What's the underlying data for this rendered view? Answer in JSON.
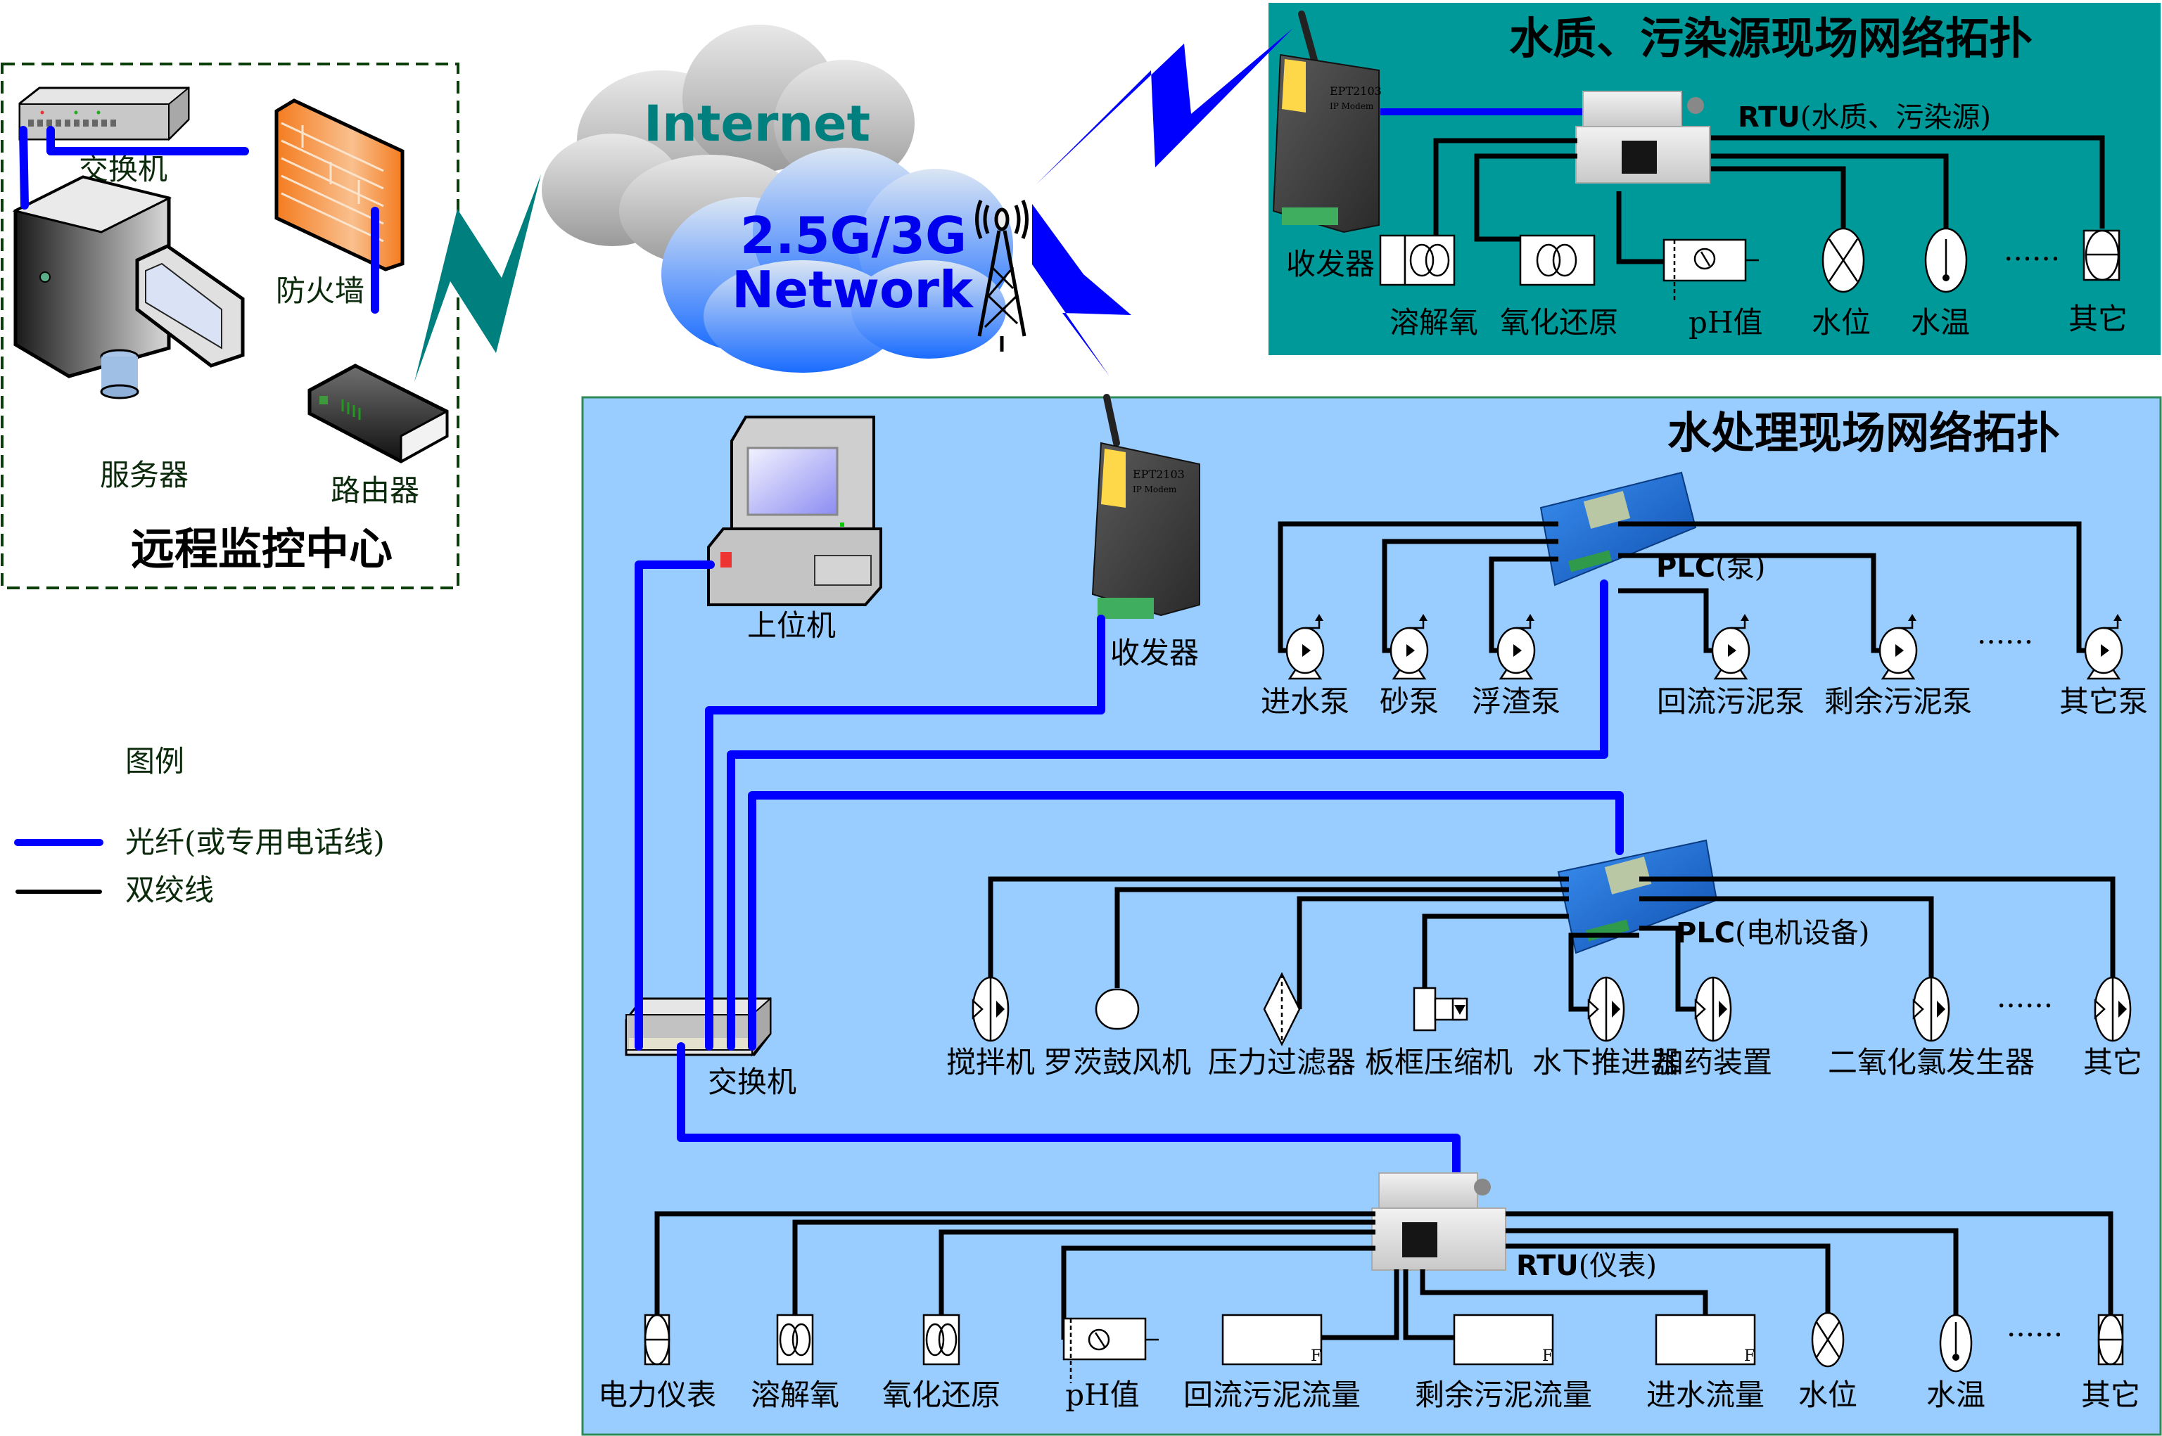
{
  "colors": {
    "water_quality_panel": "#009999",
    "treatment_panel": "#99ccff",
    "fiber_line": "#0000ff",
    "twisted_pair_line": "#000000",
    "internet_text": "#007f7f",
    "network_text": "#0000ee",
    "control_center_border": "#0b3d0b",
    "firewall": "#f58a2a"
  },
  "control_center": {
    "title": "远程监控中心",
    "switch_label": "交换机",
    "firewall_label": "防火墙",
    "server_label": "服务器",
    "router_label": "路由器"
  },
  "clouds": {
    "internet_label": "Internet",
    "mobile_line1": "2.5G/3G",
    "mobile_line2": "Network"
  },
  "legend": {
    "title": "图例",
    "items": [
      {
        "label": "光纤(或专用电话线)",
        "line": "fiber"
      },
      {
        "label": "双绞线",
        "line": "twisted_pair"
      }
    ]
  },
  "water_quality": {
    "title": "水质、污染源现场网络拓扑",
    "transceiver_label": "收发器",
    "modem_model": "EPT2103",
    "modem_subtitle": "IP Modem",
    "rtu_label_bold": "RTU",
    "rtu_label_paren": "(水质、污染源)",
    "ellipsis": "......",
    "sensors": [
      {
        "label": "溶解氧",
        "symbol": "double-circle"
      },
      {
        "label": "氧化还原",
        "symbol": "double-circle"
      },
      {
        "label": "pH值",
        "symbol": "ph-meter"
      },
      {
        "label": "水位",
        "symbol": "x-ellipse"
      },
      {
        "label": "水温",
        "symbol": "thermometer"
      },
      {
        "label": "其它",
        "symbol": "split-ellipse"
      }
    ]
  },
  "treatment": {
    "title": "水处理现场网络拓扑",
    "host_label": "上位机",
    "transceiver_label": "收发器",
    "switch_label": "交换机",
    "modem_model": "EPT2103",
    "modem_subtitle": "IP Modem",
    "plc_pump": {
      "label_bold": "PLC",
      "label_paren": "(泵)",
      "ellipsis": "......",
      "pumps": [
        "进水泵",
        "砂泵",
        "浮渣泵",
        "回流污泥泵",
        "剩余污泥泵",
        "其它泵"
      ]
    },
    "plc_motor": {
      "label_bold": "PLC",
      "label_paren": "(电机设备)",
      "ellipsis": "......",
      "devices": [
        {
          "label": "搅拌机",
          "symbol": "motor"
        },
        {
          "label": "罗茨鼓风机",
          "symbol": "blower"
        },
        {
          "label": "压力过滤器",
          "symbol": "filter"
        },
        {
          "label": "板框压缩机",
          "symbol": "press"
        },
        {
          "label": "水下推进器",
          "symbol": "motor"
        },
        {
          "label": "加药装置",
          "symbol": "motor"
        },
        {
          "label": "二氧化氯发生器",
          "symbol": "motor"
        },
        {
          "label": "其它",
          "symbol": "motor"
        }
      ]
    },
    "rtu_meter": {
      "label_bold": "RTU",
      "label_paren": "(仪表)",
      "ellipsis": "......",
      "flow_mark": "F",
      "instruments": [
        {
          "label": "电力仪表",
          "symbol": "split-ellipse"
        },
        {
          "label": "溶解氧",
          "symbol": "double-circle"
        },
        {
          "label": "氧化还原",
          "symbol": "double-circle"
        },
        {
          "label": "pH值",
          "symbol": "ph-meter"
        },
        {
          "label": "回流污泥流量",
          "symbol": "flow"
        },
        {
          "label": "剩余污泥流量",
          "symbol": "flow"
        },
        {
          "label": "进水流量",
          "symbol": "flow"
        },
        {
          "label": "水位",
          "symbol": "x-ellipse"
        },
        {
          "label": "水温",
          "symbol": "thermometer"
        },
        {
          "label": "其它",
          "symbol": "split-ellipse"
        }
      ]
    }
  }
}
